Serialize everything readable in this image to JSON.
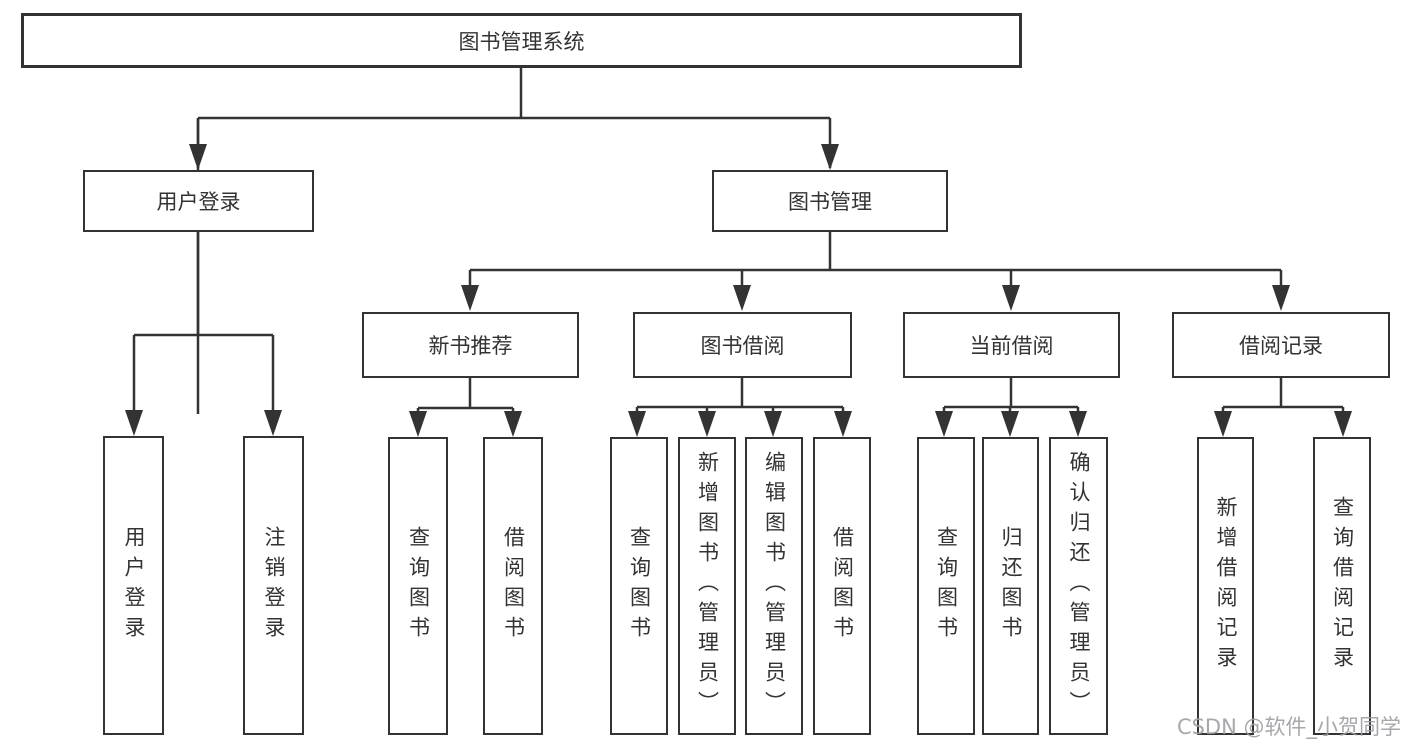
{
  "tree": {
    "label": "图书管理系统",
    "children": [
      {
        "label": "用户登录",
        "children": [
          {
            "label": "用户登录"
          },
          {
            "label": "注销登录"
          }
        ]
      },
      {
        "label": "图书管理",
        "children": [
          {
            "label": "新书推荐",
            "children": [
              {
                "label": "查询图书"
              },
              {
                "label": "借阅图书"
              }
            ]
          },
          {
            "label": "图书借阅",
            "children": [
              {
                "label": "查询图书"
              },
              {
                "label": "新增图书（管理员）"
              },
              {
                "label": "编辑图书（管理员）"
              },
              {
                "label": "借阅图书"
              }
            ]
          },
          {
            "label": "当前借阅",
            "children": [
              {
                "label": "查询图书"
              },
              {
                "label": "归还图书"
              },
              {
                "label": "确认归还（管理员）"
              }
            ]
          },
          {
            "label": "借阅记录",
            "children": [
              {
                "label": "新增借阅记录"
              },
              {
                "label": "查询借阅记录"
              }
            ]
          }
        ]
      }
    ]
  },
  "watermark": {
    "text": "CSDN @软件_小贺同学"
  },
  "colors": {
    "line": "#333333",
    "text": "#333333",
    "watermark": "#9e9ea4",
    "background": "#ffffff"
  }
}
